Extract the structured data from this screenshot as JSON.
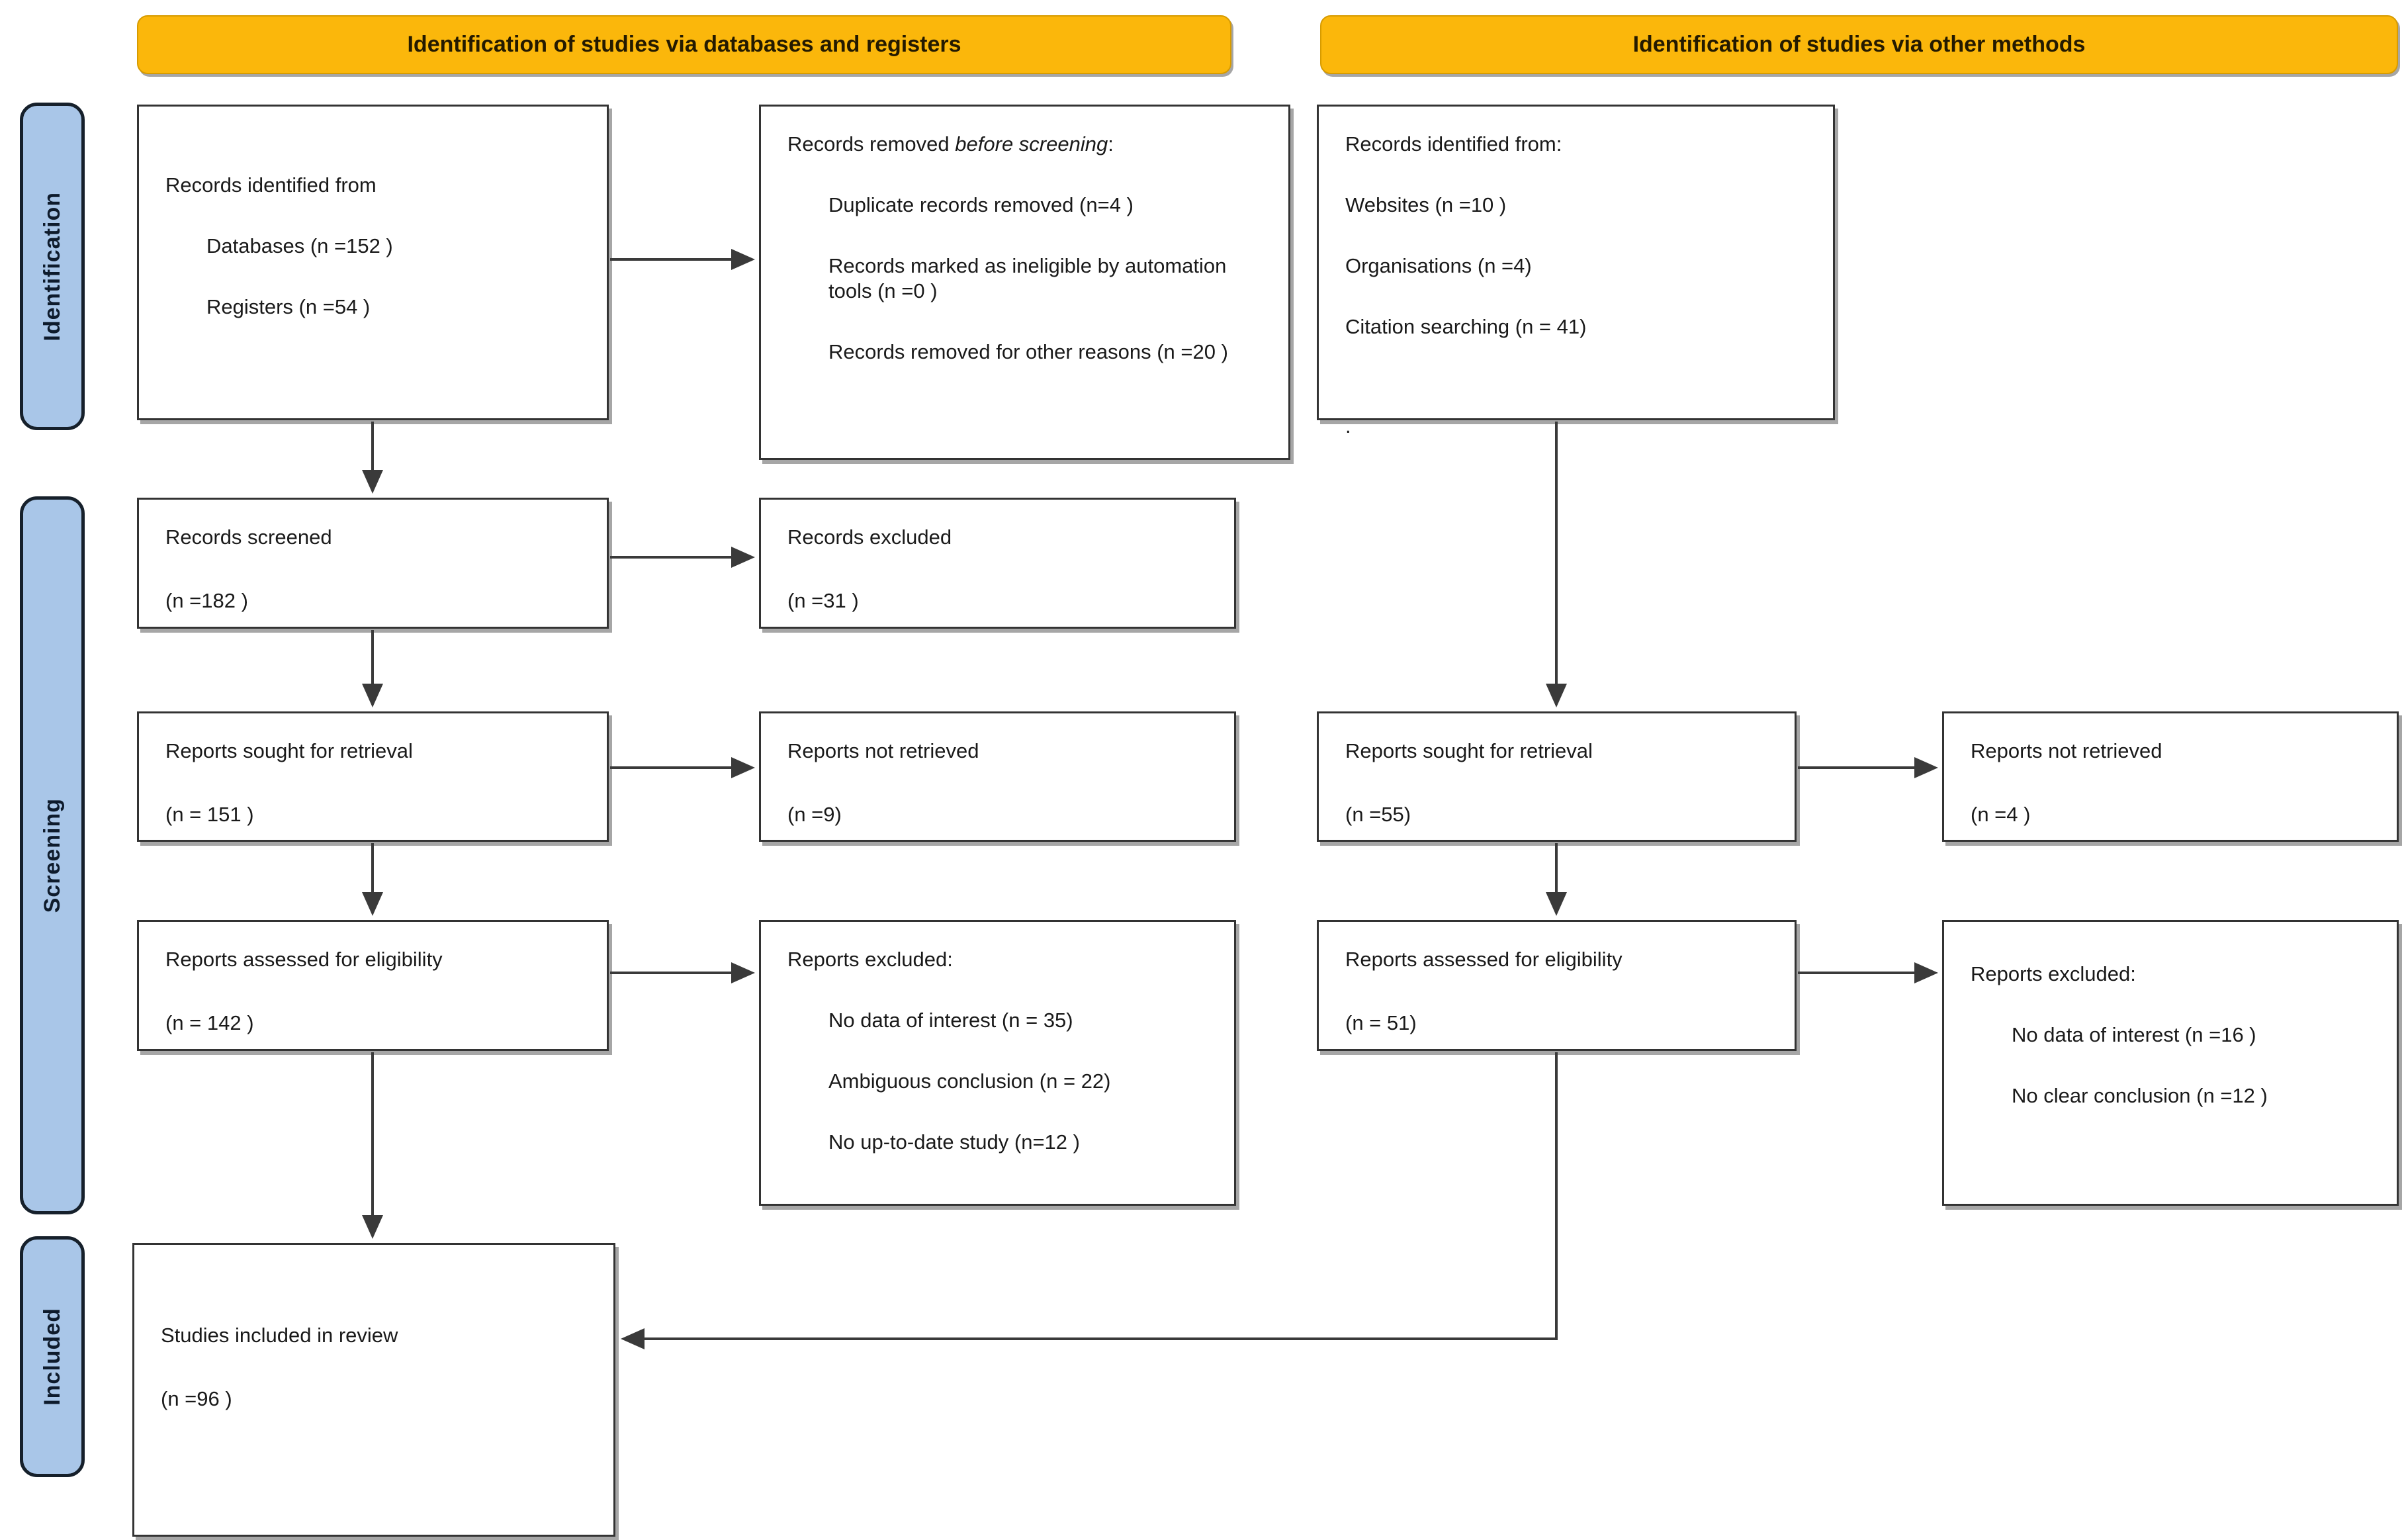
{
  "banners": {
    "left": "Identification of studies via databases and registers",
    "right": "Identification of studies via other methods"
  },
  "side_labels": {
    "identification": "Identification",
    "screening": "Screening",
    "included": "Included"
  },
  "boxes": {
    "records_identified_db": {
      "title": "Records identified from",
      "items": [
        "Databases (n =152 )",
        "Registers (n =54 )"
      ]
    },
    "records_removed": {
      "title_prefix": "Records removed ",
      "title_italic": "before screening",
      "title_suffix": ":",
      "items": [
        "Duplicate records removed (n=4 )",
        "Records marked as ineligible by automation tools (n =0 )",
        "Records removed for other reasons (n =20 )"
      ]
    },
    "records_identified_other": {
      "title": "Records identified from:",
      "items": [
        "Websites (n =10 )",
        "Organisations (n =4)",
        "Citation searching (n = 41)",
        "."
      ]
    },
    "records_screened": {
      "title": "Records screened",
      "count": "(n =182 )"
    },
    "records_excluded": {
      "title": "Records excluded",
      "count": "(n =31 )"
    },
    "reports_sought_db": {
      "title": "Reports sought for retrieval",
      "count": "(n = 151 )"
    },
    "reports_not_retrieved_db": {
      "title": "Reports not retrieved",
      "count": "(n =9)"
    },
    "reports_sought_other": {
      "title": "Reports sought for retrieval",
      "count": "(n =55)"
    },
    "reports_not_retrieved_other": {
      "title": "Reports not retrieved",
      "count": "(n =4 )"
    },
    "reports_assessed_db": {
      "title": "Reports assessed for eligibility",
      "count": "(n = 142 )"
    },
    "reports_excluded_db": {
      "title": "Reports excluded:",
      "items": [
        "No data of interest (n = 35)",
        "Ambiguous conclusion  (n = 22)",
        "No up-to-date study (n=12 )"
      ]
    },
    "reports_assessed_other": {
      "title": "Reports assessed for eligibility",
      "count": "(n = 51)"
    },
    "reports_excluded_other": {
      "title": "Reports excluded:",
      "items": [
        "No data of interest  (n =16 )",
        "No clear conclusion (n =12 )"
      ]
    },
    "studies_included": {
      "title": "Studies included in review",
      "count": "(n =96 )"
    }
  },
  "colors": {
    "banner": "#FBB70B",
    "banner_border": "#D79B00",
    "stage_fill": "#A9C6E8",
    "stage_border": "#16202B",
    "box_border": "#333333",
    "arrow": "#3A3A3A"
  }
}
